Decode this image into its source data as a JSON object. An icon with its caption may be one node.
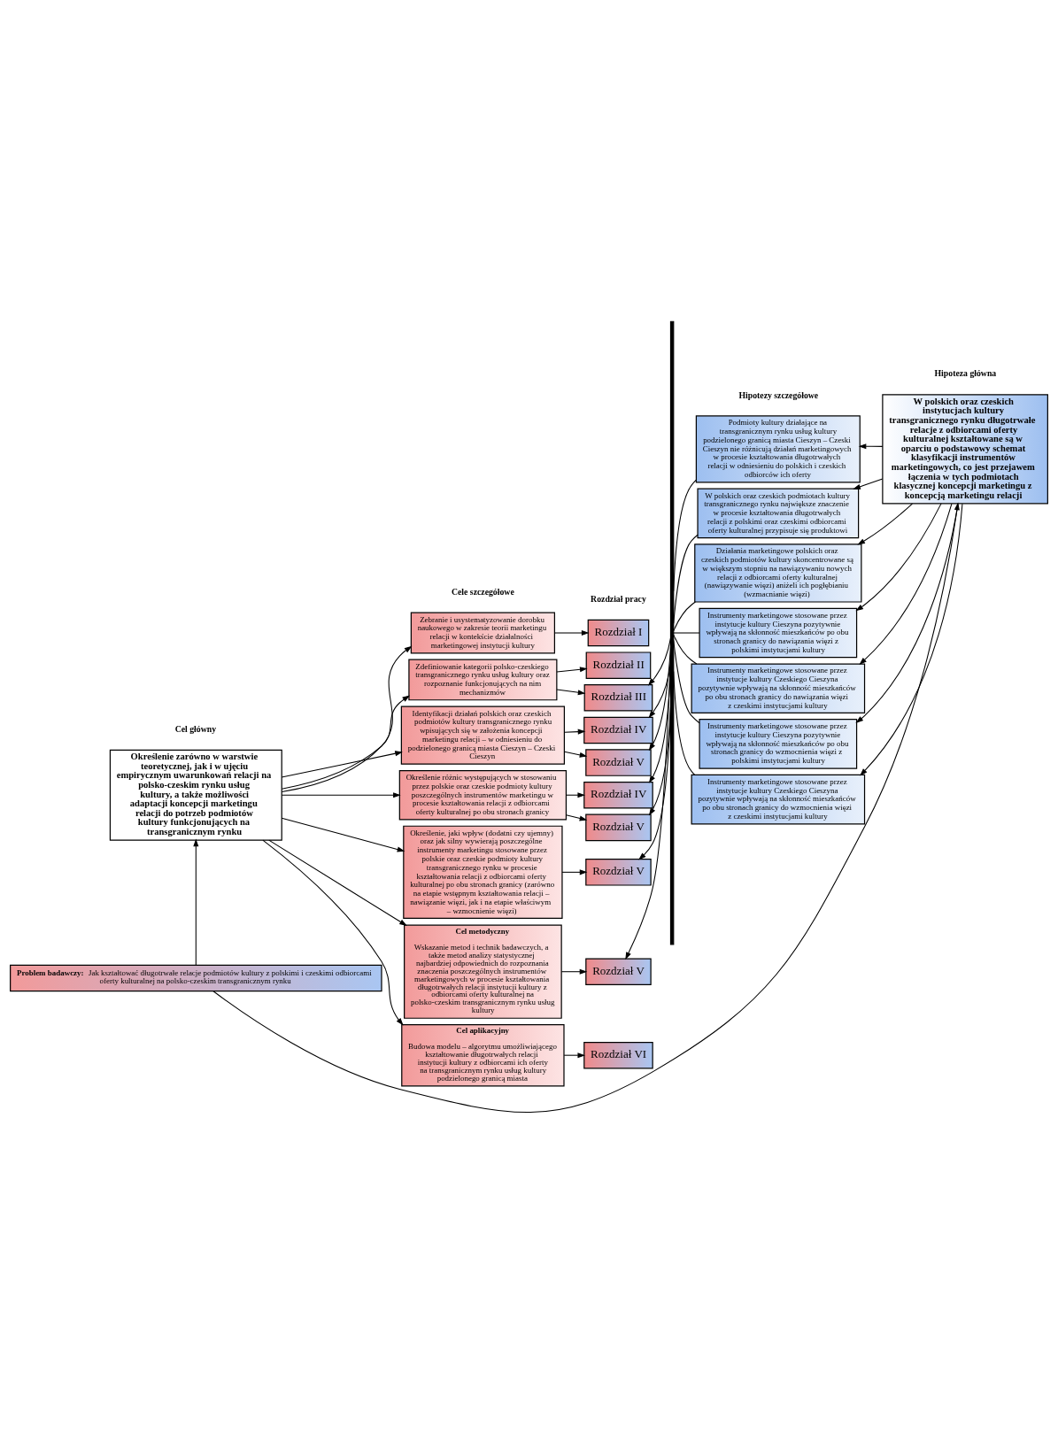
{
  "diagram": {
    "nodes": [
      {
        "text": [
          "Określenie zarówno w warstwie teoretycznej, jak i w ujęciu empirycznym uwarunkowań relacji na polsko-czeskim rynku usług kultury, a także możliwości adaptacji koncepcji marketingu relacji do potrzeb podmiotów kultury funkcjonujących na transgranicznym rynku"
        ]
      },
      {
        "text": [
          "Zebranie i usystematyzowanie dorobku naukowego w zakresie teorii marketingu relacji w kontekście działalności marketingowej instytucji kultury"
        ]
      },
      {
        "text": [
          "Zdefiniowanie kategorii polsko-czeskiego transgranicznego rynku usług kultury oraz rozpoznanie funkcjonujących na nim mechanizmów"
        ]
      },
      {
        "text": [
          "Identyfikacji działań polskich oraz czeskich podmiotów kultury transgranicznego rynku wpisujących się w założenia koncepcji marketingu relacji – w odniesieniu do podzielonego granicą miasta Cieszyn – Czeski Cieszyn"
        ]
      },
      {
        "text": [
          "Określenie różnic występujących w stosowaniu przez polskie oraz czeskie podmioty kultury poszczególnych instrumentów marketingu w procesie kształtowania relacji z odbiorcami oferty kulturalnej po obu stronach granicy"
        ]
      },
      {
        "text": [
          "Określenie, jaki wpływ (dodatni czy ujemny) oraz jak silny wywierają poszczególne instrumenty marketingu stosowane przez polskie oraz czeskie podmioty kultury transgranicznego rynku w procesie kształtowania relacji z odbiorcami oferty kulturalnej po obu stronach granicy (zarówno na etapie wstępnym kształtowania relacji – nawiązanie więzi, jak i na etapie właściwym – wzmocnienie więzi)"
        ]
      },
      {
        "text": [
          "Cel metodyczny",
          "Wskazanie metod i technik badawczych, a także metod analizy statystycznej najbardziej odpowiednich do rozpoznania znaczenia poszczególnych instrumentów marketingowych w procesie kształtowania długotrwałych relacji instytucji kultury z odbiorcami oferty kulturalnej na polsko-czeskim transgranicznym rynku usług kultury"
        ]
      },
      {
        "text": [
          "Cel aplikacyjny",
          "Budowa modelu – algorytmu umożliwiającego kształtowanie długotrwałych relacji instytucji kultury z odbiorcami ich oferty na transgranicznym rynku usług kultury podzielonego granicą miasta"
        ]
      },
      {
        "text": [
          "Rozdział I"
        ]
      },
      {
        "text": [
          "Rozdział II"
        ]
      },
      {
        "text": [
          "Rozdział III"
        ]
      },
      {
        "text": [
          "Rozdział IV"
        ]
      },
      {
        "text": [
          "Rozdział V"
        ]
      },
      {
        "text": [
          "Rozdział IV"
        ]
      },
      {
        "text": [
          "Rozdział V"
        ]
      },
      {
        "text": [
          "Rozdział V"
        ]
      },
      {
        "text": [
          "Rozdział V"
        ]
      },
      {
        "text": [
          "Rozdział VI"
        ]
      },
      {
        "text": [
          "Podmioty kultury działające na transgranicznym rynku usług kultury podzielonego granicą miasta Cieszyn – Czeski Cieszyn nie różnicują działań marketingowych w procesie kształtowania długotrwałych relacji w odniesieniu do polskich i czeskich odbiorców ich oferty"
        ]
      },
      {
        "text": [
          "W polskich oraz czeskich podmiotach kultury transgranicznego rynku największe znaczenie w procesie kształtowania długotrwałych relacji z polskimi oraz czeskimi odbiorcami oferty kulturalnej przypisuje się produktowi"
        ]
      },
      {
        "text": [
          "Działania marketingowe polskich oraz czeskich podmiotów kultury skoncentrowane są w większym stopniu na nawiązywaniu nowych relacji z odbiorcami oferty kulturalnej (nawiązywanie więzi) aniżeli ich pogłębianiu (wzmacnianie więzi)"
        ]
      },
      {
        "text": [
          "Instrumenty marketingowe stosowane przez instytucje kultury Cieszyna pozytywnie wpływają na skłonność mieszkańców po obu stronach granicy do nawiązania więzi z polskimi instytucjami kultury"
        ]
      },
      {
        "text": [
          "Instrumenty marketingowe stosowane przez instytucje kultury Czeskiego Cieszyna pozytywnie wpływają na skłonność mieszkańców po obu stronach granicy do nawiązania więzi z czeskimi instytucjami kultury"
        ]
      },
      {
        "text": [
          "Instrumenty marketingowe stosowane przez instytucje kultury Cieszyna pozytywnie wpływają na skłonność mieszkańców po obu stronach granicy do wzmocnienia więzi z polskimi instytucjami kultury"
        ]
      },
      {
        "text": [
          "Instrumenty marketingowe stosowane przez instytucje kultury Czeskiego Cieszyna pozytywnie wpływają na skłonność mieszkańców po obu stronach granicy do wzmocnienia więzi z czeskimi instytucjami kultury"
        ]
      },
      {
        "text": [
          "W polskich oraz czeskich instytucjach kultury transgranicznego rynku długotrwałe relacje z odbiorcami oferty kulturalnej kształtowane są w oparciu o podstawowy schemat klasyfikacji instrumentów marketingowych, co jest przejawem łączenia w tych podmiotach klasycznej koncepcji marketingu z koncepcją marketingu relacji"
        ]
      },
      {
        "text": [
          "**Problem badawczy:** Jak kształtować długotrwałe relacje podmiotów kultury z polskimi i czeskimi odbiorcami oferty kulturalnej na polsko-czeskim transgranicznym rynku"
        ]
      },
      {
        "text": [],
        "shape": "bar"
      }
    ],
    "edges": [
      {
        "from": 0,
        "to": 1,
        "arrow": "to"
      },
      {
        "from": 0,
        "to": 2,
        "arrow": "to"
      },
      {
        "from": 0,
        "to": 3,
        "arrow": "to"
      },
      {
        "from": 0,
        "to": 4,
        "arrow": "to"
      },
      {
        "from": 0,
        "to": 5,
        "arrow": "to"
      },
      {
        "from": 0,
        "to": 6,
        "arrow": "to"
      },
      {
        "from": 0,
        "to": 7,
        "arrow": "to"
      },
      {
        "from": 1,
        "to": 8,
        "arrow": "to"
      },
      {
        "from": 2,
        "to": 9,
        "arrow": "to"
      },
      {
        "from": 2,
        "to": 10,
        "arrow": "to"
      },
      {
        "from": 3,
        "to": 11,
        "arrow": "to"
      },
      {
        "from": 3,
        "to": 12,
        "arrow": "to"
      },
      {
        "from": 4,
        "to": 13,
        "arrow": "to"
      },
      {
        "from": 4,
        "to": 14,
        "arrow": "to"
      },
      {
        "from": 5,
        "to": 15,
        "arrow": "to"
      },
      {
        "from": 6,
        "to": 16,
        "arrow": "to"
      },
      {
        "from": 7,
        "to": 17,
        "arrow": "to"
      },
      {
        "from": 27,
        "to": 10,
        "arrow": "to"
      },
      {
        "from": 27,
        "to": 11,
        "arrow": "to"
      },
      {
        "from": 27,
        "to": 12,
        "arrow": "to"
      },
      {
        "from": 27,
        "to": 13,
        "arrow": "to"
      },
      {
        "from": 27,
        "to": 14,
        "arrow": "to"
      },
      {
        "from": 27,
        "to": 15,
        "arrow": "to"
      },
      {
        "from": 27,
        "to": 16,
        "arrow": "to"
      },
      {
        "from": 27,
        "to": 18,
        "arrow": "none"
      },
      {
        "from": 27,
        "to": 19,
        "arrow": "none"
      },
      {
        "from": 27,
        "to": 20,
        "arrow": "none"
      },
      {
        "from": 27,
        "to": 21,
        "arrow": "none"
      },
      {
        "from": 27,
        "to": 22,
        "arrow": "none"
      },
      {
        "from": 27,
        "to": 23,
        "arrow": "none"
      },
      {
        "from": 27,
        "to": 24,
        "arrow": "none"
      },
      {
        "from": 25,
        "to": 18,
        "arrow": "to"
      },
      {
        "from": 25,
        "to": 19,
        "arrow": "to"
      },
      {
        "from": 25,
        "to": 20,
        "arrow": "to"
      },
      {
        "from": 25,
        "to": 21,
        "arrow": "to"
      },
      {
        "from": 25,
        "to": 22,
        "arrow": "to"
      },
      {
        "from": 25,
        "to": 23,
        "arrow": "to"
      },
      {
        "from": 25,
        "to": 24,
        "arrow": "to"
      },
      {
        "from": 26,
        "to": 0,
        "arrow": "to"
      },
      {
        "from": 26,
        "to": 25,
        "arrow": "to"
      }
    ],
    "labels": [
      "Cel główny",
      "Cele szczegółowe",
      "Rozdział pracy",
      "Hipotezy szczegółowe",
      "Hipoteza główna"
    ]
  }
}
